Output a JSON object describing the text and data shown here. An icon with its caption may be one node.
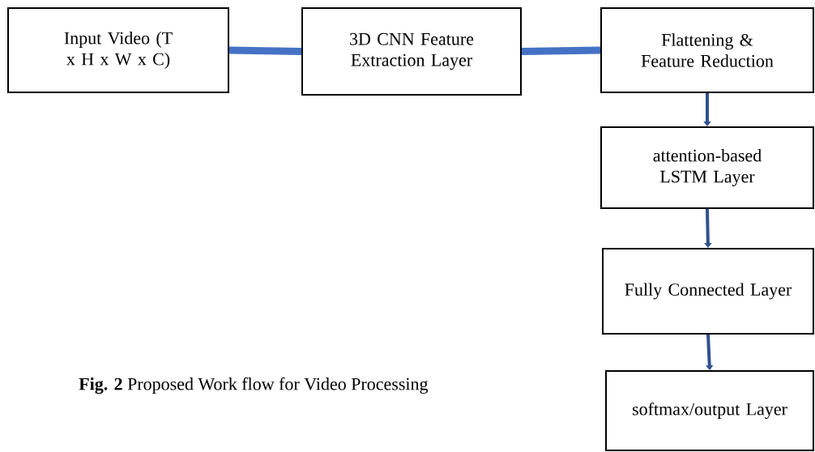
{
  "diagram": {
    "caption": "**Fig. 2** Proposed Work flow for Video Processing",
    "nodes": [
      {
        "text": [
          "Input Video (T x H x W x C)"
        ]
      },
      {
        "text": [
          "3D CNN Feature Extraction Layer"
        ]
      },
      {
        "text": [
          "Flattening & Feature Reduction"
        ]
      },
      {
        "text": [
          "attention-based LSTM Layer"
        ]
      },
      {
        "text": [
          "Fully Connected Layer"
        ]
      },
      {
        "text": [
          "softmax/output Layer"
        ]
      }
    ],
    "edges": [
      {
        "from": 0,
        "to": 1,
        "arrow": "none",
        "style": "thick",
        "color": "#4472c4"
      },
      {
        "from": 1,
        "to": 2,
        "arrow": "none",
        "style": "thick",
        "color": "#4472c4"
      },
      {
        "from": 2,
        "to": 3,
        "arrow": "to"
      },
      {
        "from": 3,
        "to": 4,
        "arrow": "to"
      },
      {
        "from": 4,
        "to": 5,
        "arrow": "to"
      }
    ]
  }
}
